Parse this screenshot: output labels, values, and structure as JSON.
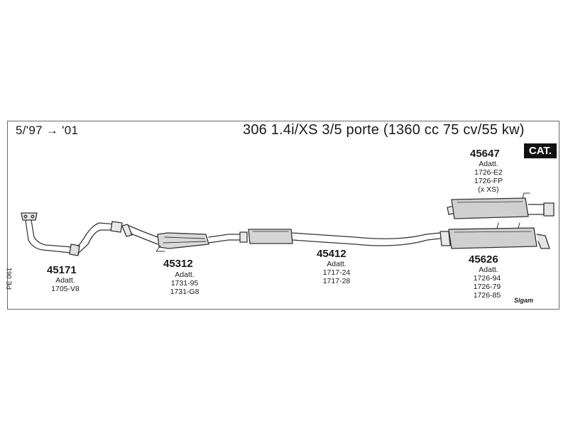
{
  "header": {
    "date_range": "5/'97 → '01",
    "model": "306 1.4i/XS 3/5 porte (1360 cc 75 cv/55 kw)",
    "cat_badge": "CAT."
  },
  "catalog_code": "PE 061",
  "signature": "Sigam",
  "parts": [
    {
      "number": "45171",
      "adapt_label": "Adatt.",
      "refs": [
        "1705-V8"
      ]
    },
    {
      "number": "45312",
      "adapt_label": "Adatt.",
      "refs": [
        "1731-95",
        "1731-G8"
      ]
    },
    {
      "number": "45412",
      "adapt_label": "Adatt.",
      "refs": [
        "1717-24",
        "1717-28"
      ]
    },
    {
      "number": "45647",
      "adapt_label": "Adatt.",
      "refs": [
        "1726-E2",
        "1726-FP",
        "(x XS)"
      ]
    },
    {
      "number": "45626",
      "adapt_label": "Adatt.",
      "refs": [
        "1726-94",
        "1726-79",
        "1726-85"
      ]
    }
  ]
}
